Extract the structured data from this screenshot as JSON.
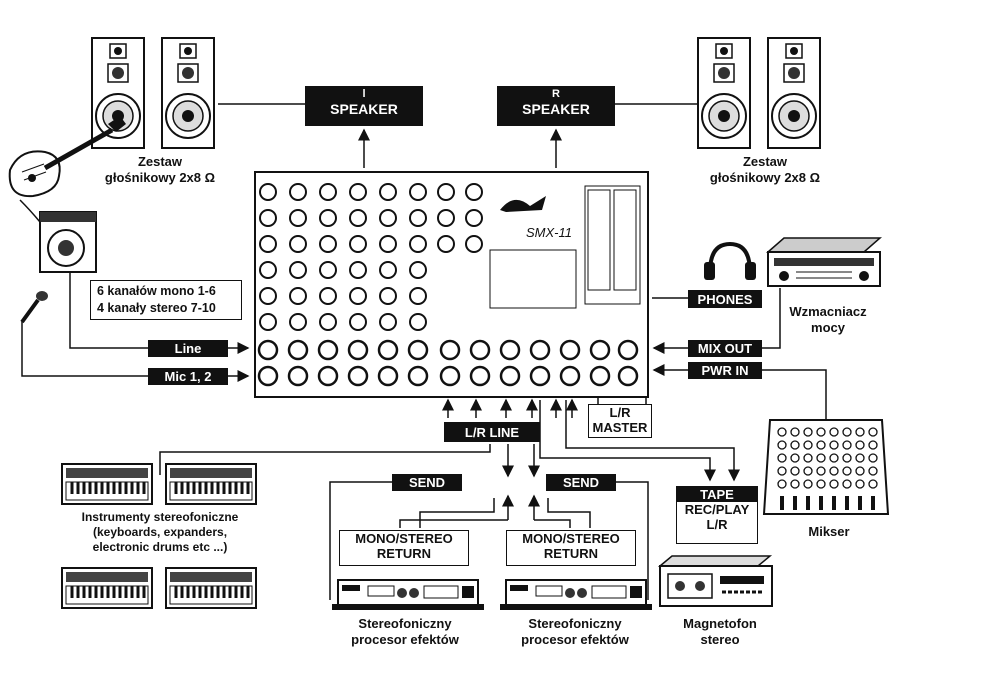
{
  "speakers": {
    "left": {
      "channel": "l",
      "label": "SPEAKER",
      "caption_line1": "Zestaw",
      "caption_line2": "głośnikowy 2x8 Ω"
    },
    "right": {
      "channel": "R",
      "label": "SPEAKER",
      "caption_line1": "Zestaw",
      "caption_line2": "głośnikowy 2x8 Ω"
    }
  },
  "mixer": {
    "model": "SMX-11"
  },
  "inputs_info": {
    "line1": "6 kanałów mono 1-6",
    "line2": "4 kanały stereo 7-10"
  },
  "connections": {
    "line": "Line",
    "mic": "Mic 1, 2",
    "phones": "PHONES",
    "mix_out": "MIX OUT",
    "pwr_in": "PWR IN",
    "lr_line": "L/R  LINE",
    "lr_master_line1": "L/R",
    "lr_master_line2": "MASTER",
    "send": "SEND",
    "mono_stereo_return_line1": "MONO/STEREO",
    "mono_stereo_return_line2": "RETURN",
    "tape_line1": "TAPE",
    "tape_line2": "REC/PLAY",
    "tape_line3": "L/R"
  },
  "devices": {
    "amplifier_line1": "Wzmacniacz",
    "amplifier_line2": "mocy",
    "mixer_external": "Mikser",
    "instruments_line1": "Instrumenty stereofoniczne",
    "instruments_line2": "(keyboards, expanders,",
    "instruments_line3": "electronic drums etc ...)",
    "processor_line1": "Stereofoniczny",
    "processor_line2": "procesor efektów",
    "tape_deck_line1": "Magnetofon",
    "tape_deck_line2": "stereo"
  }
}
